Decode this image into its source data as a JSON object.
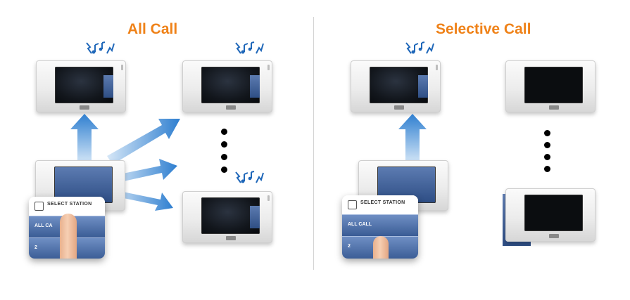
{
  "titles": {
    "all_call": "All Call",
    "selective_call": "Selective Call"
  },
  "panel_left": {
    "heading": "SELECT STATION",
    "row1": "ALL CA",
    "row2": "2"
  },
  "panel_right": {
    "heading": "SELECT STATION",
    "row1": "ALL CALL",
    "row2": "2"
  },
  "colors": {
    "title": "#ef8219",
    "arrow": "#2f7fd0",
    "panel_row": "#4a6aa3"
  },
  "icons": {
    "ring": "ringing-notes-icon",
    "arrow": "arrow-icon"
  }
}
